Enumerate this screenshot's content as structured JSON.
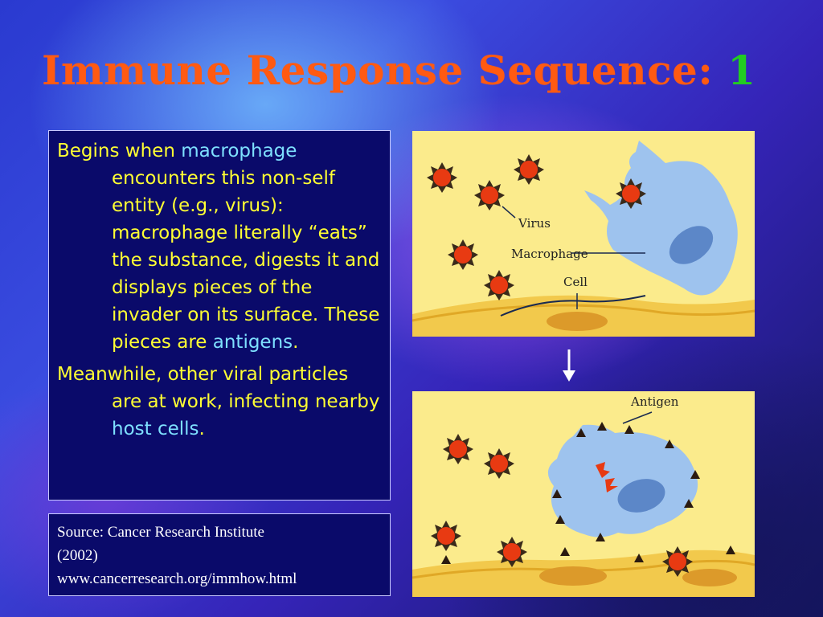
{
  "slide": {
    "title": "Immune Response Sequence:",
    "title_number": "1",
    "body": [
      {
        "segments": [
          {
            "text": "Begins when ",
            "highlight": false
          },
          {
            "text": "macrophage",
            "highlight": true
          },
          {
            "text": " encounters this non-self entity (e.g., virus): macrophage literally “eats” the substance, digests it and displays pieces of the invader on its surface.  These pieces are ",
            "highlight": false
          },
          {
            "text": "antigens",
            "highlight": true
          },
          {
            "text": ".",
            "highlight": false
          }
        ]
      },
      {
        "segments": [
          {
            "text": "Meanwhile, other viral particles are at work, infecting nearby ",
            "highlight": false
          },
          {
            "text": "host cells",
            "highlight": true
          },
          {
            "text": ".",
            "highlight": false
          }
        ]
      }
    ],
    "source_lines": [
      "Source:  Cancer Research Institute",
      "(2002)",
      "www.cancerresearch.org/immhow.html"
    ],
    "diagram1": {
      "labels": {
        "virus": "Virus",
        "macrophage": "Macrophage",
        "cell": "Cell"
      }
    },
    "diagram2": {
      "labels": {
        "antigen": "Antigen"
      }
    },
    "colors": {
      "title": "#ff5a12",
      "title_number": "#22cc22",
      "body_text": "#ffff33",
      "highlight_text": "#7ee0ff",
      "box_background": "#0a0a6a",
      "diagram_background": "#fbeb8c",
      "macrophage": "#9ec3ee",
      "virus": "#e83a12"
    }
  }
}
